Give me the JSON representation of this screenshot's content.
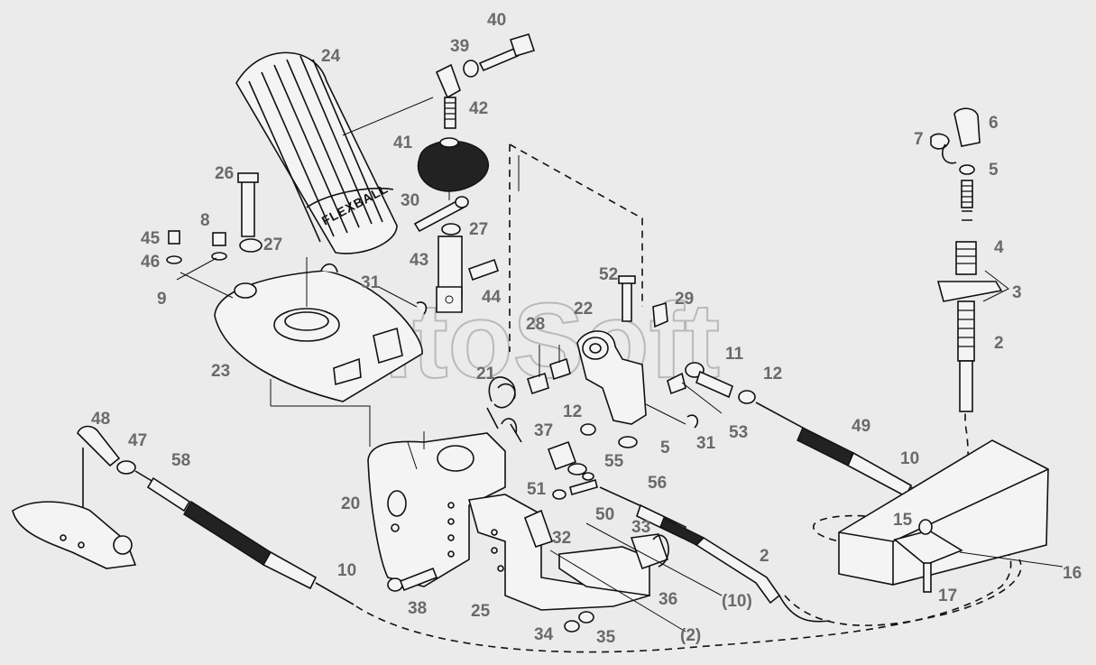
{
  "watermark": "AutoSoft",
  "pedal_brand": "FLEXBALL",
  "callouts": [
    {
      "id": "c40",
      "text": "40"
    },
    {
      "id": "c39",
      "text": "39"
    },
    {
      "id": "c24",
      "text": "24"
    },
    {
      "id": "c42",
      "text": "42"
    },
    {
      "id": "c41",
      "text": "41"
    },
    {
      "id": "c30",
      "text": "30"
    },
    {
      "id": "c27a",
      "text": "27"
    },
    {
      "id": "c43",
      "text": "43"
    },
    {
      "id": "c44",
      "text": "44"
    },
    {
      "id": "c26",
      "text": "26"
    },
    {
      "id": "c8",
      "text": "8"
    },
    {
      "id": "c27b",
      "text": "27"
    },
    {
      "id": "c45",
      "text": "45"
    },
    {
      "id": "c46",
      "text": "46"
    },
    {
      "id": "c9",
      "text": "9"
    },
    {
      "id": "c31a",
      "text": "31"
    },
    {
      "id": "c23",
      "text": "23"
    },
    {
      "id": "c21",
      "text": "21"
    },
    {
      "id": "c28",
      "text": "28"
    },
    {
      "id": "c52",
      "text": "52"
    },
    {
      "id": "c22",
      "text": "22"
    },
    {
      "id": "c29",
      "text": "29"
    },
    {
      "id": "c11",
      "text": "11"
    },
    {
      "id": "c12a",
      "text": "12"
    },
    {
      "id": "c12b",
      "text": "12"
    },
    {
      "id": "c37",
      "text": "37"
    },
    {
      "id": "c5a",
      "text": "5"
    },
    {
      "id": "c31b",
      "text": "31"
    },
    {
      "id": "c53",
      "text": "53"
    },
    {
      "id": "c49",
      "text": "49"
    },
    {
      "id": "c55",
      "text": "55"
    },
    {
      "id": "c56",
      "text": "56"
    },
    {
      "id": "c20",
      "text": "20"
    },
    {
      "id": "c51",
      "text": "51"
    },
    {
      "id": "c50",
      "text": "50"
    },
    {
      "id": "c33",
      "text": "33"
    },
    {
      "id": "c32",
      "text": "32"
    },
    {
      "id": "c2a",
      "text": "2"
    },
    {
      "id": "c10a",
      "text": "(10)"
    },
    {
      "id": "c36",
      "text": "36"
    },
    {
      "id": "c38",
      "text": "38"
    },
    {
      "id": "c25",
      "text": "25"
    },
    {
      "id": "c34",
      "text": "34"
    },
    {
      "id": "c35",
      "text": "35"
    },
    {
      "id": "c2b",
      "text": "(2)"
    },
    {
      "id": "c48",
      "text": "48"
    },
    {
      "id": "c47",
      "text": "47"
    },
    {
      "id": "c58",
      "text": "58"
    },
    {
      "id": "c10b",
      "text": "10"
    },
    {
      "id": "c7",
      "text": "7"
    },
    {
      "id": "c6",
      "text": "6"
    },
    {
      "id": "c5b",
      "text": "5"
    },
    {
      "id": "c4",
      "text": "4"
    },
    {
      "id": "c3",
      "text": "3"
    },
    {
      "id": "c2c",
      "text": "2"
    },
    {
      "id": "c10c",
      "text": "10"
    },
    {
      "id": "c15",
      "text": "15"
    },
    {
      "id": "c16",
      "text": "16"
    },
    {
      "id": "c17",
      "text": "17"
    }
  ]
}
